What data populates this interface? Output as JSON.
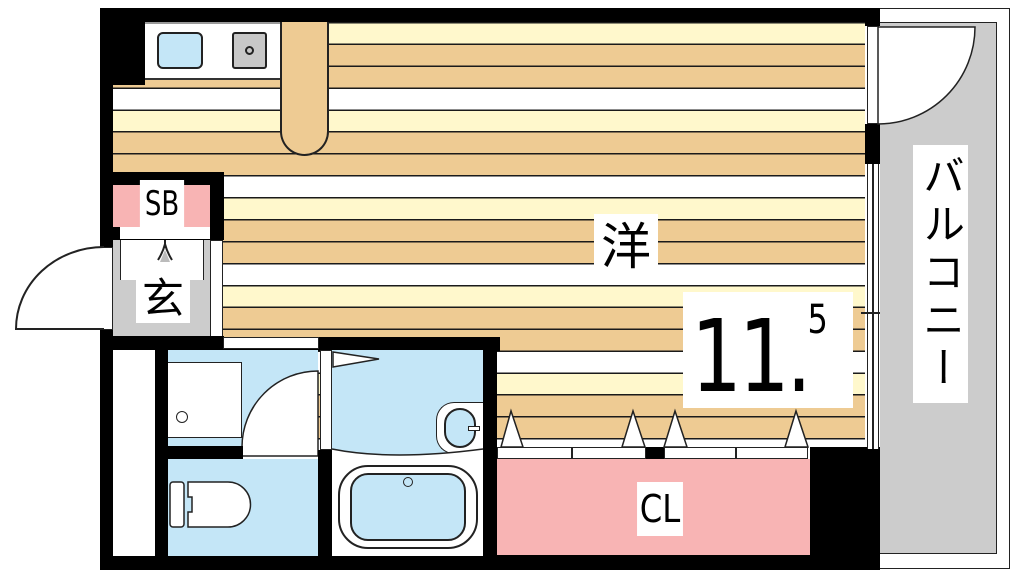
{
  "floorplan": {
    "rooms": {
      "western_room": {
        "label": "洋",
        "area_main": "11.",
        "area_sup": "5"
      },
      "shoe_box": {
        "label": "SB"
      },
      "entrance": {
        "label": "玄"
      },
      "closet": {
        "label": "CL"
      },
      "balcony": {
        "label": "バルコニー"
      }
    },
    "fixtures": [
      "kitchen-sink",
      "stove",
      "refrigerator-space",
      "washbasin",
      "washing-machine-pan",
      "toilet",
      "bathtub",
      "entry-door",
      "balcony-door"
    ],
    "colors": {
      "wall": "#000000",
      "floor_tan": "#eecb93",
      "floor_cream": "#fff8cc",
      "floor_white": "#ffffff",
      "wet_area": "#c4e6f7",
      "closet_pink": "#f8b4b4",
      "balcony_gray": "#cccccc",
      "entrance_gray": "#cccccc",
      "stove_gray": "#c8c8c8"
    }
  }
}
